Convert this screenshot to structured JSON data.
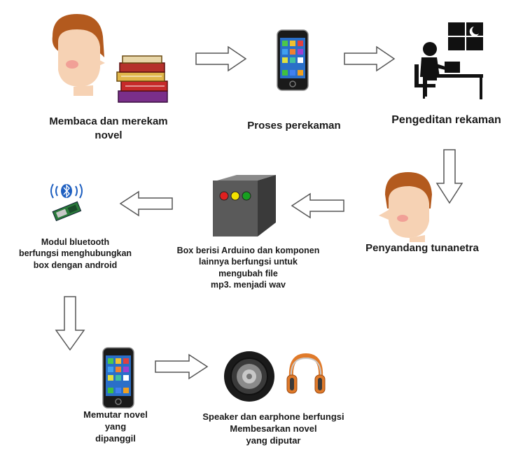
{
  "steps": {
    "read_record": "Membaca dan merekam\nnovel",
    "recording": "Proses perekaman",
    "editing": "Pengeditan rekaman",
    "blind_user": "Penyandang tunanetra",
    "box": "Box berisi Arduino dan komponen\nlainnya berfungsi untuk\nmengubah file\nmp3. menjadi wav",
    "bluetooth": "Modul bluetooth\nberfungsi menghubungkan\nbox dengan android",
    "play": "Memutar novel\nyang\ndipanggil",
    "speaker": "Speaker dan earphone berfungsi\nMembesarkan novel\nyang diputar"
  },
  "icons": {
    "reader": "person-reading-icon",
    "books": "book-stack-icon",
    "phone": "smartphone-icon",
    "editor": "person-at-computer-icon",
    "listener": "person-icon",
    "box": "arduino-box-icon",
    "bluetooth": "bluetooth-module-icon",
    "speaker": "speaker-icon",
    "headphones": "headphones-icon",
    "arrow": "hollow-arrow-icon"
  },
  "colors": {
    "skin": "#f6d2b4",
    "hair": "#b35a1e",
    "box_body": "#5a5a5a",
    "led_red": "#e02020",
    "led_yellow": "#f2e200",
    "led_green": "#18a020",
    "bluetooth_blue": "#1e5fc0",
    "headphone_orange": "#e07a2a"
  }
}
